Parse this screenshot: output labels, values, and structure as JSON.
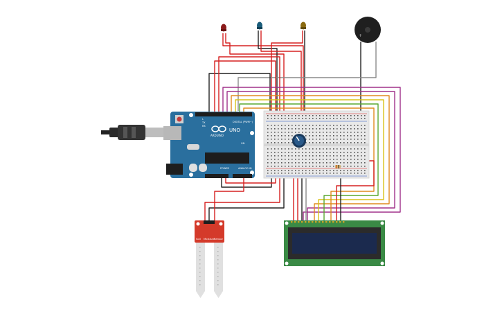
{
  "arduino": {
    "brand_text": "ARDUINO",
    "model_text": "UNO",
    "digital_label": "DIGITAL (PWM~)",
    "power_label": "POWER",
    "analog_label": "ANALOG IN",
    "tx_label": "TX",
    "rx_label": "RX",
    "l_label": "L",
    "on_label": "ON"
  },
  "sensor": {
    "label_left": "Soil",
    "label_mid": "Moisture",
    "label_right": "Sensor"
  },
  "leds": [
    {
      "name": "led-red",
      "color": "#8b1a1a"
    },
    {
      "name": "led-blue",
      "color": "#1a5c7a"
    },
    {
      "name": "led-yellow",
      "color": "#8a6a10"
    }
  ],
  "colors": {
    "arduino_board": "#2a6f9e",
    "breadboard": "#e8e8e8",
    "lcd_board": "#3a8a45",
    "lcd_screen": "#1b2a4e",
    "sensor_board": "#d43a2a",
    "wire_red": "#d62020",
    "wire_black": "#222222",
    "wire_gray": "#8a8a8a",
    "wire_purple": "#a0308a",
    "wire_orange": "#e08a1e",
    "wire_yellow": "#d8c21a",
    "wire_green": "#5aa830"
  },
  "icons": {
    "buzzer": "buzzer-icon",
    "potentiometer": "potentiometer-icon",
    "usb": "usb-cable-icon"
  }
}
